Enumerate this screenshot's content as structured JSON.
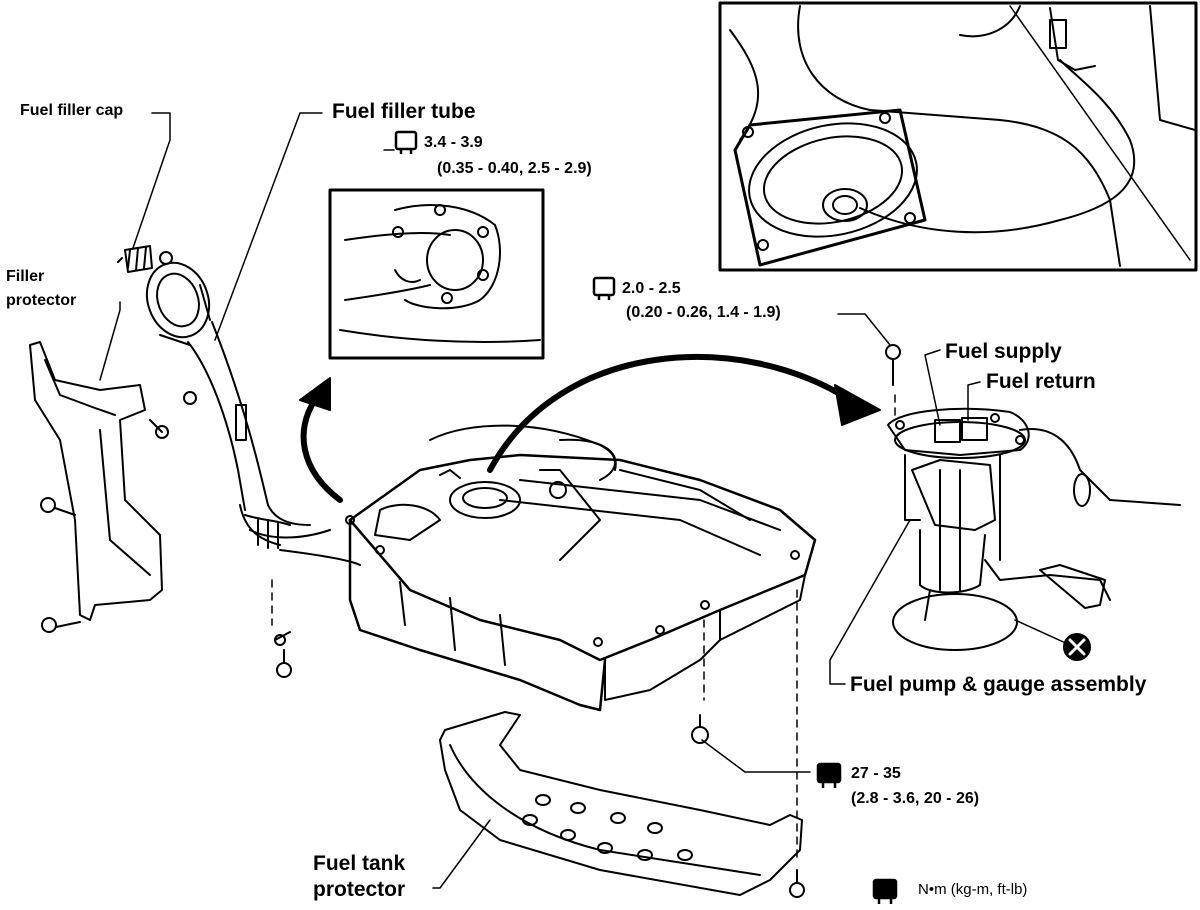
{
  "labels": {
    "fuel_filler_cap": "Fuel filler cap",
    "filler_protector_line1": "Filler",
    "filler_protector_line2": "protector",
    "fuel_filler_tube": "Fuel filler tube",
    "torque_filler_tube_main": "3.4 - 3.9",
    "torque_filler_tube_sub": "(0.35 - 0.40, 2.5 - 2.9)",
    "torque_pump_main": "2.0 - 2.5",
    "torque_pump_sub": "(0.20 - 0.26, 1.4 - 1.9)",
    "fuel_supply": "Fuel supply",
    "fuel_return": "Fuel return",
    "fuel_pump_gauge_assembly": "Fuel pump & gauge assembly",
    "torque_protector_main": "27 - 35",
    "torque_protector_sub": "(2.8 - 3.6, 20 - 26)",
    "fuel_tank_protector_line1": "Fuel tank",
    "fuel_tank_protector_line2": "protector",
    "units_legend": "N•m (kg-m, ft-lb)"
  },
  "icons": {
    "torque": "torque-wrench-icon",
    "replace": "do-not-reuse-icon"
  }
}
